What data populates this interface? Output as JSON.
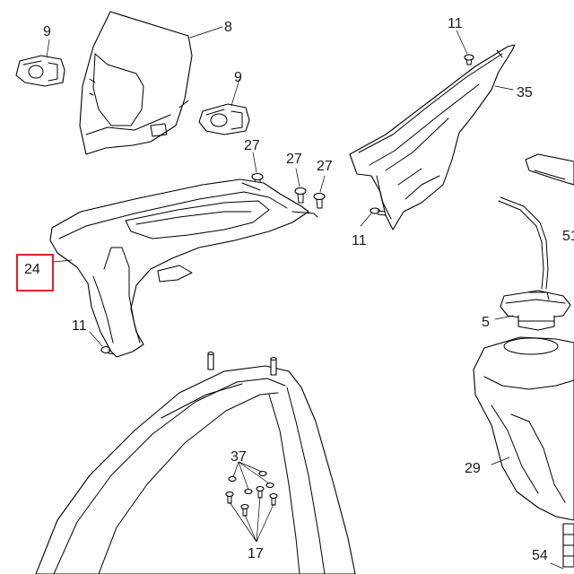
{
  "callouts": [
    {
      "id": "8",
      "label": "8"
    },
    {
      "id": "9a",
      "label": "9"
    },
    {
      "id": "9b",
      "label": "9"
    },
    {
      "id": "11a",
      "label": "11"
    },
    {
      "id": "11b",
      "label": "11"
    },
    {
      "id": "11c",
      "label": "11"
    },
    {
      "id": "27a",
      "label": "27"
    },
    {
      "id": "27b",
      "label": "27"
    },
    {
      "id": "27c",
      "label": "27"
    },
    {
      "id": "35",
      "label": "35"
    },
    {
      "id": "24",
      "label": "24"
    },
    {
      "id": "5",
      "label": "5"
    },
    {
      "id": "51",
      "label": "51"
    },
    {
      "id": "29",
      "label": "29"
    },
    {
      "id": "37",
      "label": "37"
    },
    {
      "id": "17",
      "label": "17"
    },
    {
      "id": "54",
      "label": "54"
    }
  ],
  "highlight": {
    "callout": "24",
    "color": "#e0202a"
  }
}
